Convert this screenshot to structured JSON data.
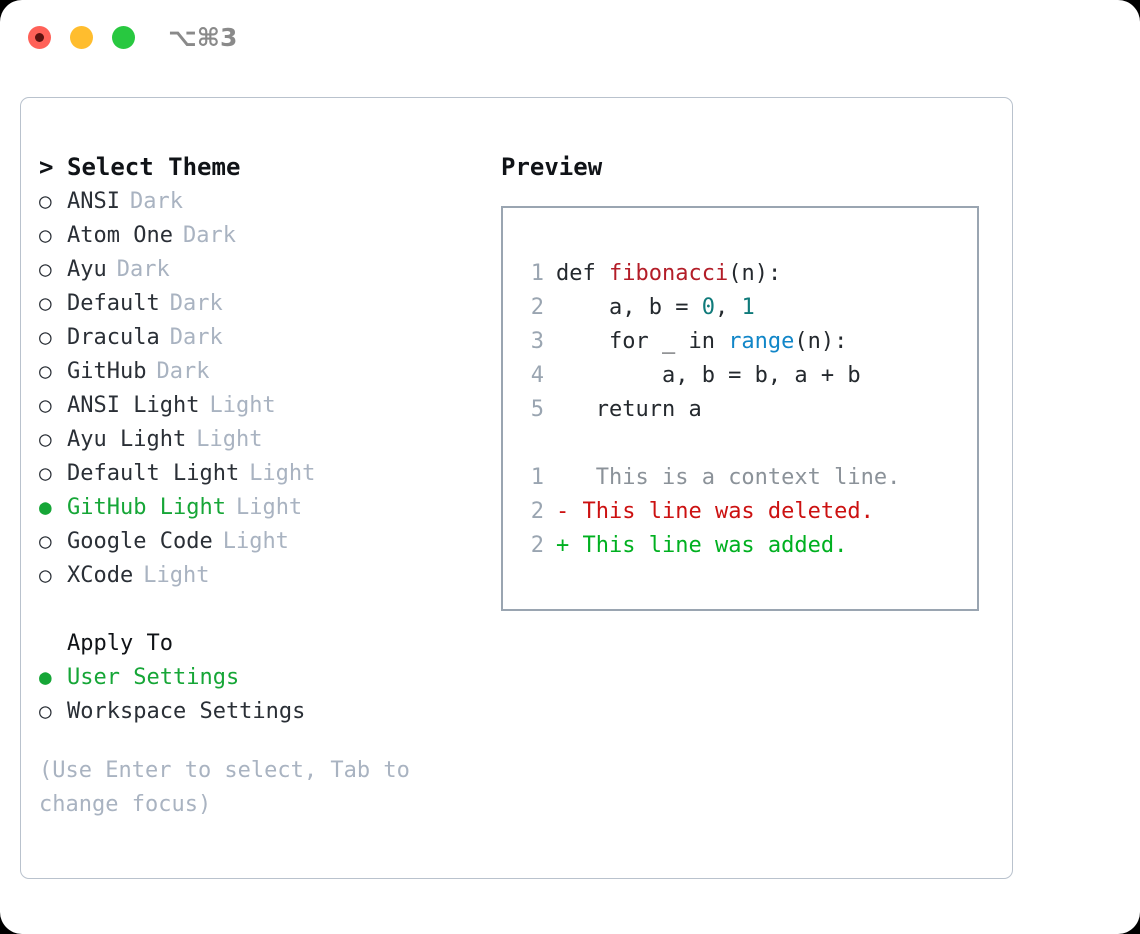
{
  "window": {
    "shortcut_label": "⌥⌘3",
    "traffic_lights": [
      {
        "name": "close",
        "color": "#ff6158"
      },
      {
        "name": "minimize",
        "color": "#ffbd2e"
      },
      {
        "name": "zoom",
        "color": "#28c840"
      }
    ]
  },
  "theme_list": {
    "header": "Select Theme",
    "caret": ">",
    "marker_unselected": "○",
    "marker_selected": "●",
    "items": [
      {
        "name": "ANSI",
        "variant": "Dark",
        "selected": false
      },
      {
        "name": "Atom One",
        "variant": "Dark",
        "selected": false
      },
      {
        "name": "Ayu",
        "variant": "Dark",
        "selected": false
      },
      {
        "name": "Default",
        "variant": "Dark",
        "selected": false
      },
      {
        "name": "Dracula",
        "variant": "Dark",
        "selected": false
      },
      {
        "name": "GitHub",
        "variant": "Dark",
        "selected": false
      },
      {
        "name": "ANSI Light",
        "variant": "Light",
        "selected": false
      },
      {
        "name": "Ayu Light",
        "variant": "Light",
        "selected": false
      },
      {
        "name": "Default Light",
        "variant": "Light",
        "selected": false
      },
      {
        "name": "GitHub Light",
        "variant": "Light",
        "selected": true
      },
      {
        "name": "Google Code",
        "variant": "Light",
        "selected": false
      },
      {
        "name": "XCode",
        "variant": "Light",
        "selected": false
      }
    ]
  },
  "apply_to": {
    "header": "Apply To",
    "items": [
      {
        "name": "User Settings",
        "selected": true
      },
      {
        "name": "Workspace Settings",
        "selected": false
      }
    ]
  },
  "hint": "(Use Enter to select, Tab to change focus)",
  "preview": {
    "title": "Preview",
    "code_lines": [
      {
        "num": "1",
        "tokens": [
          {
            "text": "def ",
            "type": "plain"
          },
          {
            "text": "fibonacci",
            "type": "func"
          },
          {
            "text": "(n):",
            "type": "plain"
          }
        ]
      },
      {
        "num": "2",
        "tokens": [
          {
            "text": "    a, b = ",
            "type": "plain"
          },
          {
            "text": "0",
            "type": "num"
          },
          {
            "text": ", ",
            "type": "plain"
          },
          {
            "text": "1",
            "type": "num"
          }
        ]
      },
      {
        "num": "3",
        "tokens": [
          {
            "text": "    for _ in ",
            "type": "plain"
          },
          {
            "text": "range",
            "type": "call"
          },
          {
            "text": "(n):",
            "type": "plain"
          }
        ]
      },
      {
        "num": "4",
        "tokens": [
          {
            "text": "        a, b = b, a + b",
            "type": "plain"
          }
        ]
      },
      {
        "num": "5",
        "tokens": [
          {
            "text": "   return a",
            "type": "plain"
          }
        ]
      }
    ],
    "diff_lines": [
      {
        "num": "1",
        "sign": " ",
        "text": "  This is a context line.",
        "type": "ctx"
      },
      {
        "num": "2",
        "sign": "-",
        "text": " This line was deleted.",
        "type": "del"
      },
      {
        "num": "2",
        "sign": "+",
        "text": " This line was added.",
        "type": "add"
      }
    ]
  },
  "colors": {
    "selected_green": "#16a637",
    "muted_grayblue": "#a9b3c1",
    "panel_border": "#b9c2cd",
    "preview_border": "#9aa5b1",
    "func_red": "#b31d28",
    "number_teal": "#0f7a7a",
    "call_blue": "#1186c8",
    "diff_del_red": "#cc1111",
    "diff_add_green": "#00b020"
  }
}
